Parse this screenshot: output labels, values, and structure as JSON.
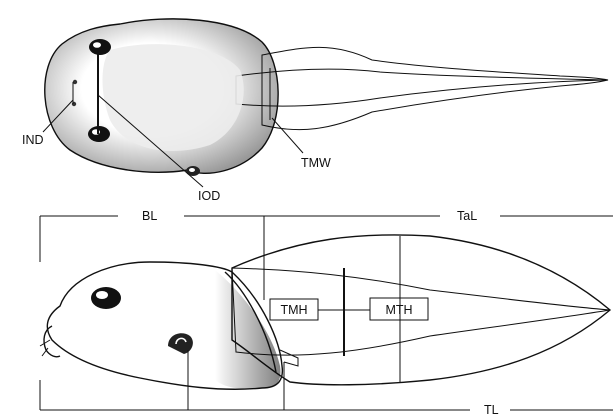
{
  "figure": {
    "dorsal_view": {
      "labels": {
        "ind": "IND",
        "iod": "IOD",
        "tmw": "TMW"
      }
    },
    "lateral_view": {
      "labels": {
        "bl": "BL",
        "tal": "TaL",
        "tl": "TL",
        "tmh": "TMH",
        "mth": "MTH"
      }
    }
  },
  "colors": {
    "ink": "#111111",
    "paper": "#ffffff",
    "body_fill": "#ececec",
    "dark_shade": "#555555"
  }
}
